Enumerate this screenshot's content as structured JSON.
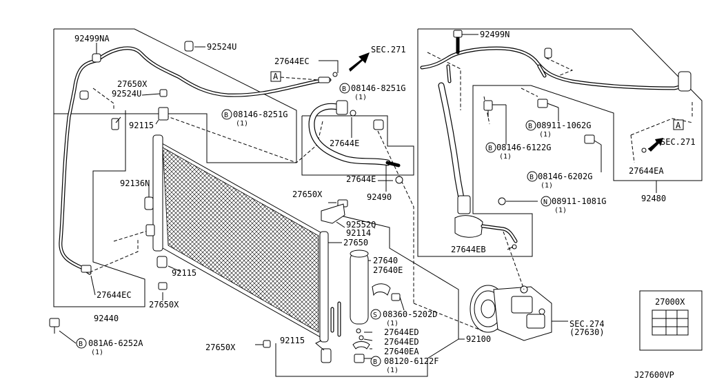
{
  "diagram_id": "J27600VP",
  "box_label": "27000X",
  "section_refs": {
    "sec271_top": "SEC.271",
    "sec271_right": "SEC.271",
    "sec274": "SEC.274",
    "sec274_sub": "(27630)"
  },
  "markers": {
    "a_left": "A",
    "a_right": "A"
  },
  "bolt_symbols": {
    "B": "B",
    "S": "S",
    "N": "N"
  },
  "parts": {
    "p92499NA": "92499NA",
    "p92524U_top": "92524U",
    "p27644EC_top": "27644EC",
    "p27650X_top": "27650X",
    "p92524U_left": "92524U",
    "p08146_8251G_mid": "08146-8251G",
    "p08146_8251G_mid_qty": "(1)",
    "p08146_8251G_hose": "08146-8251G",
    "p08146_8251G_hose_qty": "(1)",
    "p92115_top": "92115",
    "p27644E_mid": "27644E",
    "p92136N": "92136N",
    "p27650X_mid": "27650X",
    "p27644E_low": "27644E",
    "p92490": "92490",
    "p92552Q": "92552Q",
    "p92114": "92114",
    "p27650": "27650",
    "p27640": "27640",
    "p27640E": "27640E",
    "p92115_mid": "92115",
    "p27644EC_low": "27644EC",
    "p27650X_low": "27650X",
    "p92440": "92440",
    "p081A6_6252A": "081A6-6252A",
    "p081A6_6252A_qty": "(1)",
    "p08360_5202D": "08360-5202D",
    "p08360_5202D_qty": "(1)",
    "p27644ED_1": "27644ED",
    "p27644ED_2": "27644ED",
    "p27640EA": "27640EA",
    "p08120_6122F": "08120-6122F",
    "p08120_6122F_qty": "(1)",
    "p92115_low": "92115",
    "p27650X_bottom": "27650X",
    "p92100": "92100",
    "p92499N": "92499N",
    "p08911_1062G": "08911-1062G",
    "p08911_1062G_qty": "(1)",
    "p08146_6122G": "08146-6122G",
    "p08146_6122G_qty": "(1)",
    "p08146_6202G": "08146-6202G",
    "p08146_6202G_qty": "(1)",
    "p27644EA": "27644EA",
    "p92480": "92480",
    "p08911_1081G": "08911-1081G",
    "p08911_1081G_qty": "(1)",
    "p27644EB": "27644EB"
  }
}
